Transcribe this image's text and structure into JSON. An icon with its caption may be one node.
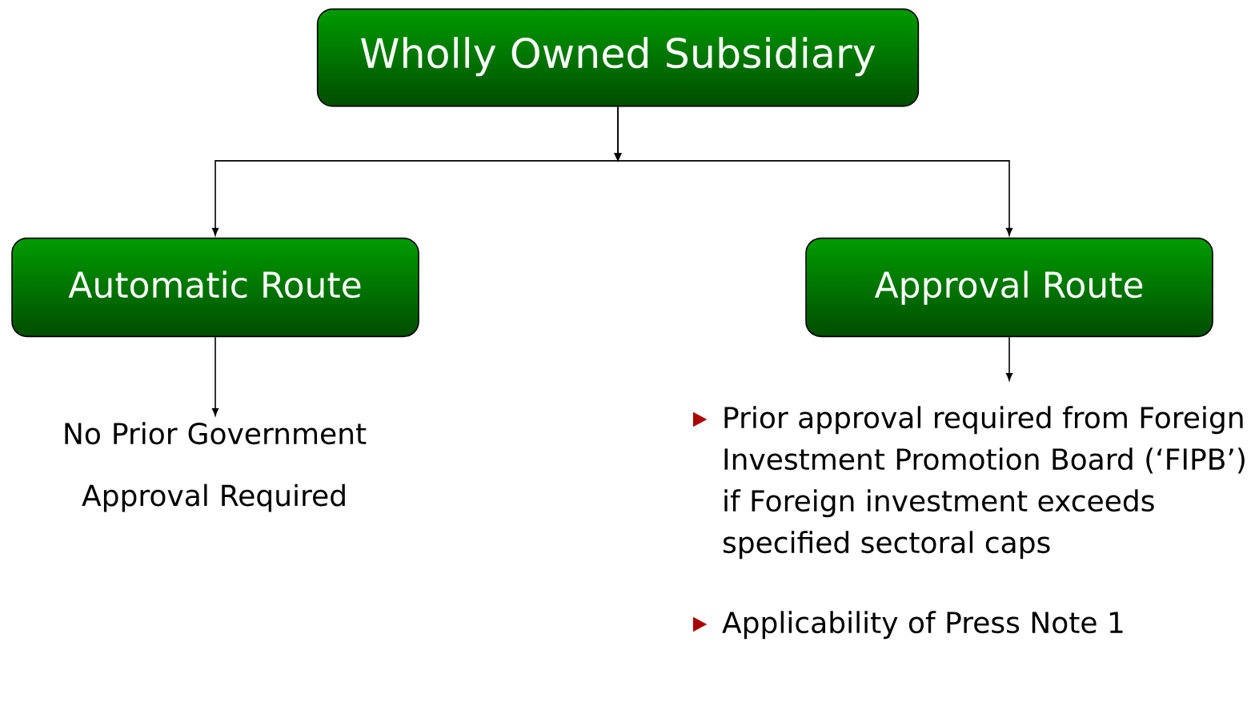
{
  "diagram": {
    "nodes": [
      {
        "text": [
          "Wholly Owned Subsidiary"
        ]
      },
      {
        "text": [
          "Automatic Route"
        ]
      },
      {
        "text": [
          "Approval Route"
        ]
      },
      {
        "text": [
          "No Prior Government Approval Required"
        ]
      },
      {
        "text": [
          "Prior approval required from Foreign Investment Promotion Board (‘FIPB’) if Foreign investment exceeds specified sectoral caps",
          "Applicability of Press Note 1"
        ]
      }
    ],
    "edges": [
      {
        "from": 0,
        "to": 1,
        "arrow": "to"
      },
      {
        "from": 0,
        "to": 2,
        "arrow": "to"
      },
      {
        "from": 1,
        "to": 3,
        "arrow": "to"
      },
      {
        "from": 2,
        "to": 4,
        "arrow": "to"
      }
    ]
  }
}
